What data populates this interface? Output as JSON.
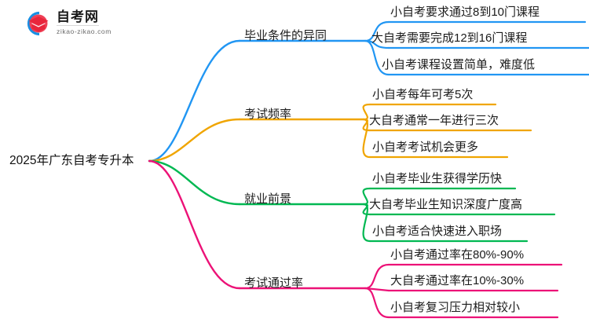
{
  "logo": {
    "title": "自考网",
    "subtitle": "zikao-zikao.com",
    "mark_arc_color": "#1a8fe3",
    "mark_cap_color": "#e8263c"
  },
  "mindmap": {
    "root": "2025年广东自考专升本",
    "branches": [
      {
        "label": "毕业条件的异同",
        "color": "#2196f3",
        "leaves": [
          "小自考要求通过8到10门课程",
          "大自考需要完成12到16门课程",
          "小自考课程设置简单，难度低"
        ]
      },
      {
        "label": "考试频率",
        "color": "#f0a500",
        "leaves": [
          "小自考每年可考5次",
          "大自考通常一年进行三次",
          "小自考考试机会更多"
        ]
      },
      {
        "label": "就业前景",
        "color": "#00b852",
        "leaves": [
          "小自考毕业生获得学历快",
          "大自考毕业生知识深度广度高",
          "小自考适合快速进入职场"
        ]
      },
      {
        "label": "考试通过率",
        "color": "#ec1277",
        "leaves": [
          "小自考通过率在80%-90%",
          "大自考通过率在10%-30%",
          "小自考复习压力相对较小"
        ]
      }
    ]
  }
}
